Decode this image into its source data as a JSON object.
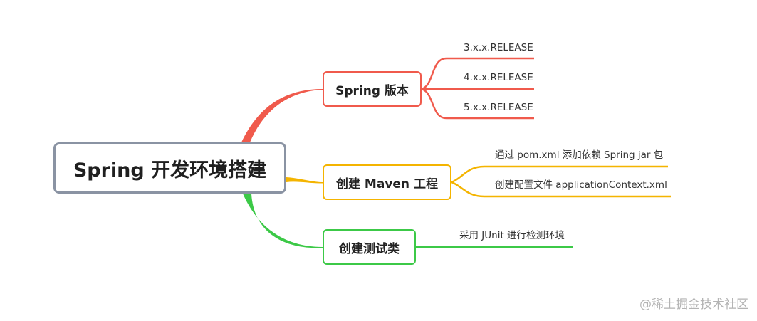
{
  "root": {
    "label": "Spring 开发环境搭建"
  },
  "colors": {
    "root_border": "#8a93a3",
    "spring": "#f05a4c",
    "maven": "#f4b400",
    "test": "#3cc947",
    "watermark": "#b3b3b3"
  },
  "branches": [
    {
      "label": "Spring 版本",
      "leaves": [
        "3.x.x.RELEASE",
        "4.x.x.RELEASE",
        "5.x.x.RELEASE"
      ]
    },
    {
      "label": "创建 Maven 工程",
      "leaves": [
        "通过 pom.xml 添加依赖 Spring jar 包",
        "创建配置文件 applicationContext.xml"
      ]
    },
    {
      "label": "创建测试类",
      "leaves": [
        "采用 JUnit 进行检测环境"
      ]
    }
  ],
  "watermark": "@稀土掘金技术社区"
}
